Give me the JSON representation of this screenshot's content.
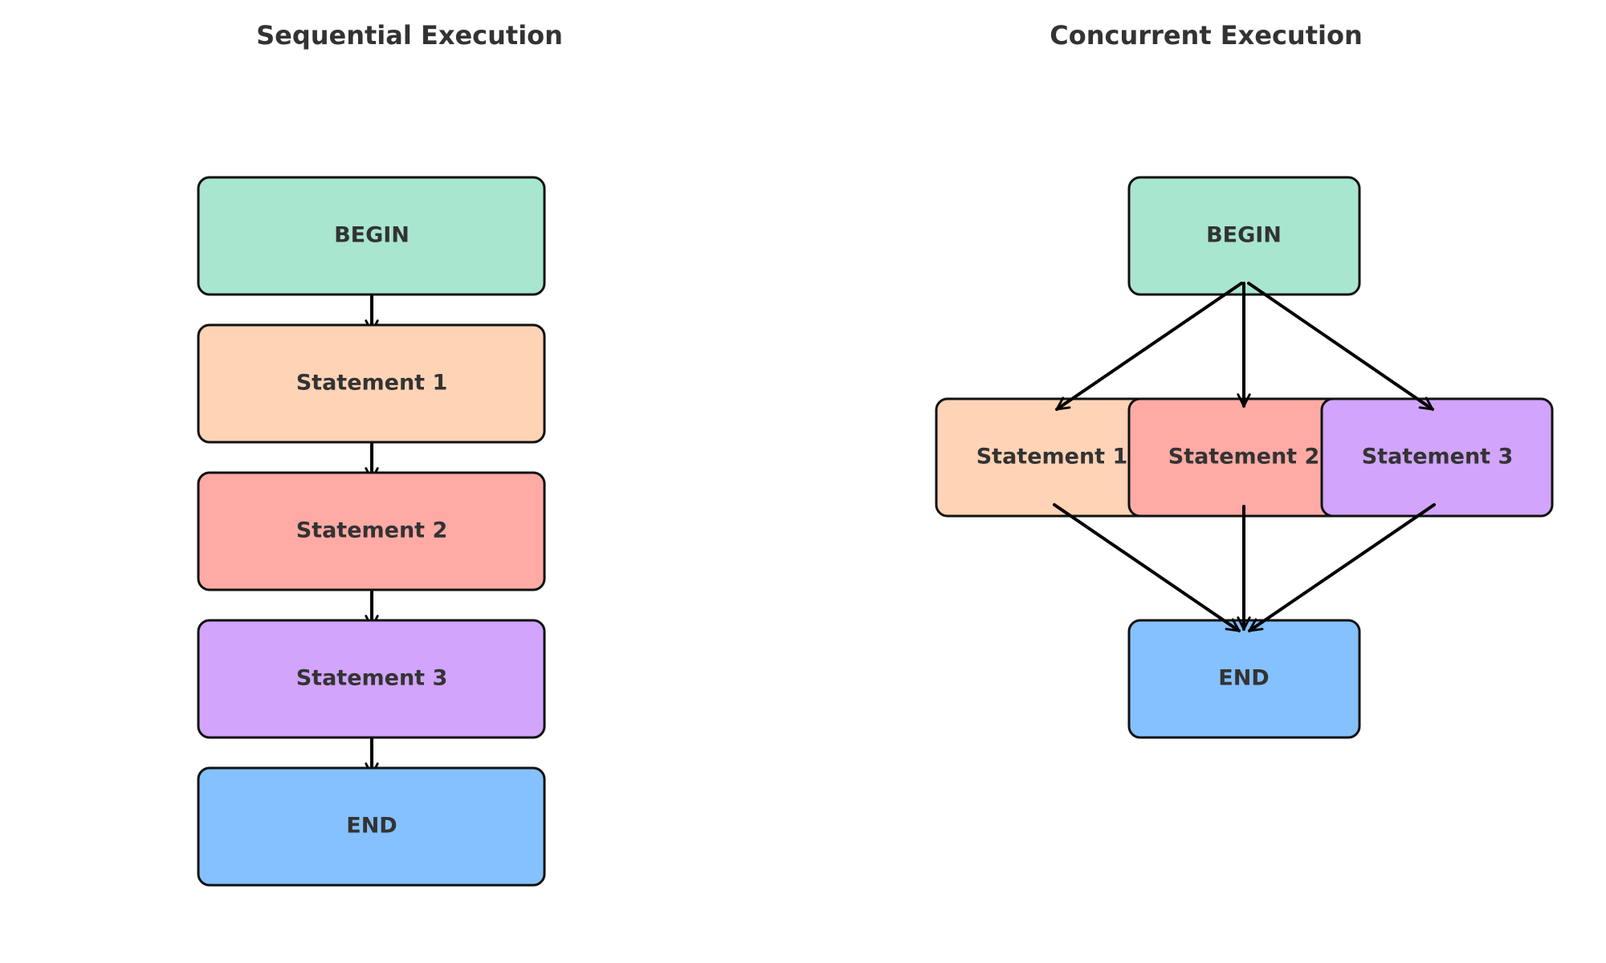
{
  "sequential": {
    "title": "Sequential Execution",
    "nodes": [
      {
        "id": "begin",
        "label": "BEGIN",
        "color": "#a8e6cf"
      },
      {
        "id": "s1",
        "label": "Statement 1",
        "color": "#ffd3b6"
      },
      {
        "id": "s2",
        "label": "Statement 2",
        "color": "#ffaaa5"
      },
      {
        "id": "s3",
        "label": "Statement 3",
        "color": "#d2a4fc"
      },
      {
        "id": "end",
        "label": "END",
        "color": "#84c1fe"
      }
    ],
    "edges": [
      [
        "begin",
        "s1"
      ],
      [
        "s1",
        "s2"
      ],
      [
        "s2",
        "s3"
      ],
      [
        "s3",
        "end"
      ]
    ]
  },
  "concurrent": {
    "title": "Concurrent Execution",
    "nodes": [
      {
        "id": "begin",
        "label": "BEGIN",
        "color": "#a8e6cf"
      },
      {
        "id": "s1",
        "label": "Statement 1",
        "color": "#ffd3b6"
      },
      {
        "id": "s2",
        "label": "Statement 2",
        "color": "#ffaaa5"
      },
      {
        "id": "s3",
        "label": "Statement 3",
        "color": "#d2a4fc"
      },
      {
        "id": "end",
        "label": "END",
        "color": "#84c1fe"
      }
    ],
    "edges": [
      [
        "begin",
        "s1"
      ],
      [
        "begin",
        "s2"
      ],
      [
        "begin",
        "s3"
      ],
      [
        "s1",
        "end"
      ],
      [
        "s2",
        "end"
      ],
      [
        "s3",
        "end"
      ]
    ]
  }
}
